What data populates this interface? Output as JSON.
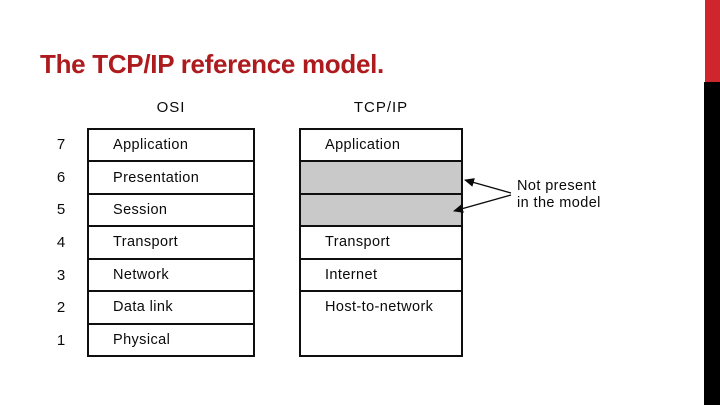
{
  "title": {
    "text": "The TCP/IP reference model.",
    "color": "#ae1b1e"
  },
  "accent_bar": {
    "top_color": "#ce262c",
    "bottom_color": "#000000"
  },
  "diagram": {
    "osi": {
      "header": "OSI",
      "layers": [
        {
          "number": "7",
          "label": "Application"
        },
        {
          "number": "6",
          "label": "Presentation"
        },
        {
          "number": "5",
          "label": "Session"
        },
        {
          "number": "4",
          "label": "Transport"
        },
        {
          "number": "3",
          "label": "Network"
        },
        {
          "number": "2",
          "label": "Data link"
        },
        {
          "number": "1",
          "label": "Physical"
        }
      ]
    },
    "tcpip": {
      "header": "TCP/IP",
      "shade_color": "#c9c9c9",
      "layers": [
        {
          "label": "Application",
          "shaded": false
        },
        {
          "label": "",
          "shaded": true
        },
        {
          "label": "",
          "shaded": true
        },
        {
          "label": "Transport",
          "shaded": false
        },
        {
          "label": "Internet",
          "shaded": false
        },
        {
          "label": "Host-to-network",
          "shaded": false
        }
      ]
    },
    "annotation": {
      "line1": "Not present",
      "line2": "in the model"
    }
  }
}
